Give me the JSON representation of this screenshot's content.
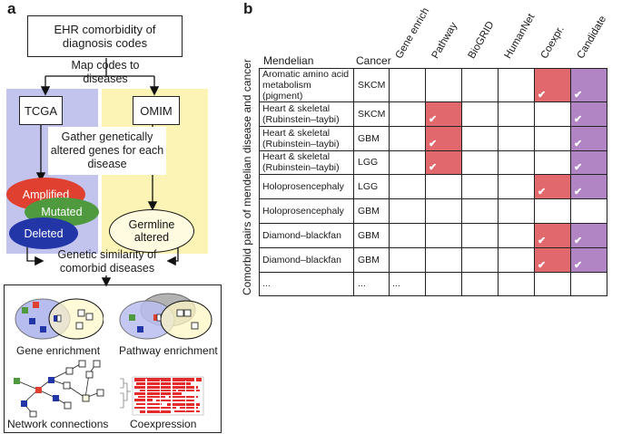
{
  "panel_a": {
    "letter": "a",
    "ehr_box": "EHR comorbidity of diagnosis codes",
    "map_codes": "Map codes to diseases",
    "tcga": "TCGA",
    "omim": "OMIM",
    "gather": "Gather genetically altered genes for each disease",
    "amplified": "Amplified",
    "mutated": "Mutated",
    "deleted": "Deleted",
    "germline": "Germline altered",
    "genetic_similarity": "Genetic similarity of comorbid diseases",
    "gene_enrichment": "Gene enrichment",
    "pathway_enrichment": "Pathway enrichment",
    "network_connections": "Network connections",
    "coexpression": "Coexpression"
  },
  "panel_b": {
    "letter": "b",
    "side_label": "Comorbid pairs of mendelian disease and cancer",
    "head_mendelian": "Mendelian",
    "head_cancer": "Cancer",
    "evidence_columns": [
      "Gene enrich",
      "Pathway",
      "BioGRID",
      "HumanNet",
      "Coexpr.",
      "Candidate"
    ],
    "check": "✔",
    "rows": [
      {
        "mendelian": "Aromatic amino acid metabolism (pigment)",
        "cancer": "SKCM",
        "marks": [
          "",
          "",
          "",
          "",
          "red",
          "purple"
        ]
      },
      {
        "mendelian": "Heart & skeletal (Rubinstein–taybi)",
        "cancer": "SKCM",
        "marks": [
          "",
          "red",
          "",
          "",
          "",
          "purple"
        ]
      },
      {
        "mendelian": "Heart & skeletal (Rubinstein–taybi)",
        "cancer": "GBM",
        "marks": [
          "",
          "red",
          "",
          "",
          "",
          "purple"
        ]
      },
      {
        "mendelian": "Heart & skeletal (Rubinstein–taybi)",
        "cancer": "LGG",
        "marks": [
          "",
          "red",
          "",
          "",
          "",
          "purple"
        ]
      },
      {
        "mendelian": "Holoprosencephaly",
        "cancer": "LGG",
        "marks": [
          "",
          "",
          "",
          "",
          "red",
          "purple"
        ]
      },
      {
        "mendelian": "Holoprosencephaly",
        "cancer": "GBM",
        "marks": [
          "",
          "",
          "",
          "",
          "",
          ""
        ]
      },
      {
        "mendelian": "Diamond–blackfan",
        "cancer": "GBM",
        "marks": [
          "",
          "",
          "",
          "",
          "red",
          "purple"
        ]
      },
      {
        "mendelian": "Diamond–blackfan",
        "cancer": "GBM",
        "marks": [
          "",
          "",
          "",
          "",
          "red",
          "purple"
        ]
      }
    ],
    "ellipsis_row": [
      "...",
      "...",
      "..."
    ]
  },
  "colors": {
    "tcga_bg": "#c3c4ee",
    "omim_bg": "#fbf4b5",
    "amplified": "#e04030",
    "mutated": "#4f9a3f",
    "deleted": "#2236a8",
    "red_cell": "#e1686d",
    "purple_cell": "#b184c4"
  }
}
